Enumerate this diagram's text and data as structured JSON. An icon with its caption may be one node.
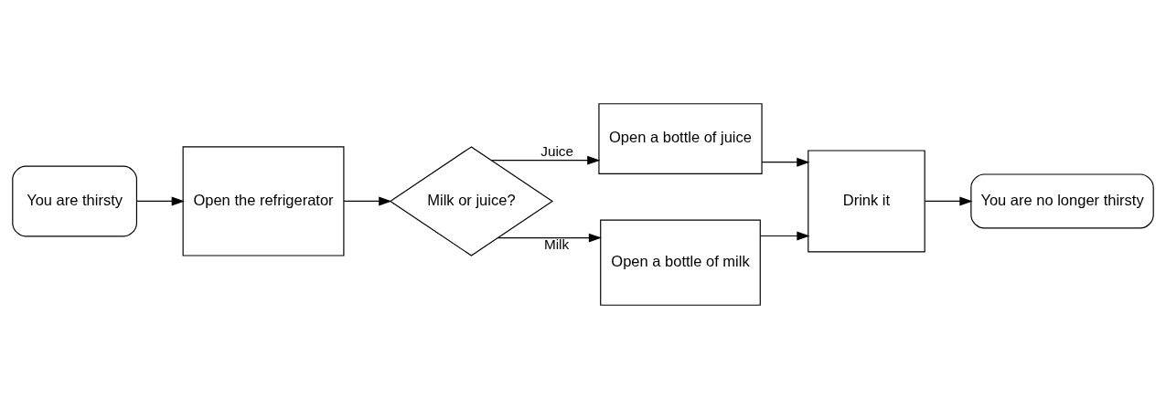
{
  "diagram": {
    "nodes": [
      {
        "text": [
          "You are thirsty"
        ]
      },
      {
        "text": [
          "Open the refrigerator"
        ]
      },
      {
        "text": [
          "Milk or juice?"
        ]
      },
      {
        "text": [
          "Open a bottle of juice"
        ]
      },
      {
        "text": [
          "Open a bottle of milk"
        ]
      },
      {
        "text": [
          "Drink it"
        ]
      },
      {
        "text": [
          "You are no longer thirsty"
        ]
      }
    ],
    "edges": [
      {
        "from": 0,
        "to": 1,
        "arrow": "to"
      },
      {
        "from": 1,
        "to": 2,
        "arrow": "to"
      },
      {
        "from": 2,
        "to": 3,
        "arrow": "to",
        "label": "Juice"
      },
      {
        "from": 2,
        "to": 4,
        "arrow": "to",
        "label": "Milk"
      },
      {
        "from": 3,
        "to": 5,
        "arrow": "to"
      },
      {
        "from": 4,
        "to": 5,
        "arrow": "to"
      },
      {
        "from": 5,
        "to": 6,
        "arrow": "to"
      }
    ]
  }
}
